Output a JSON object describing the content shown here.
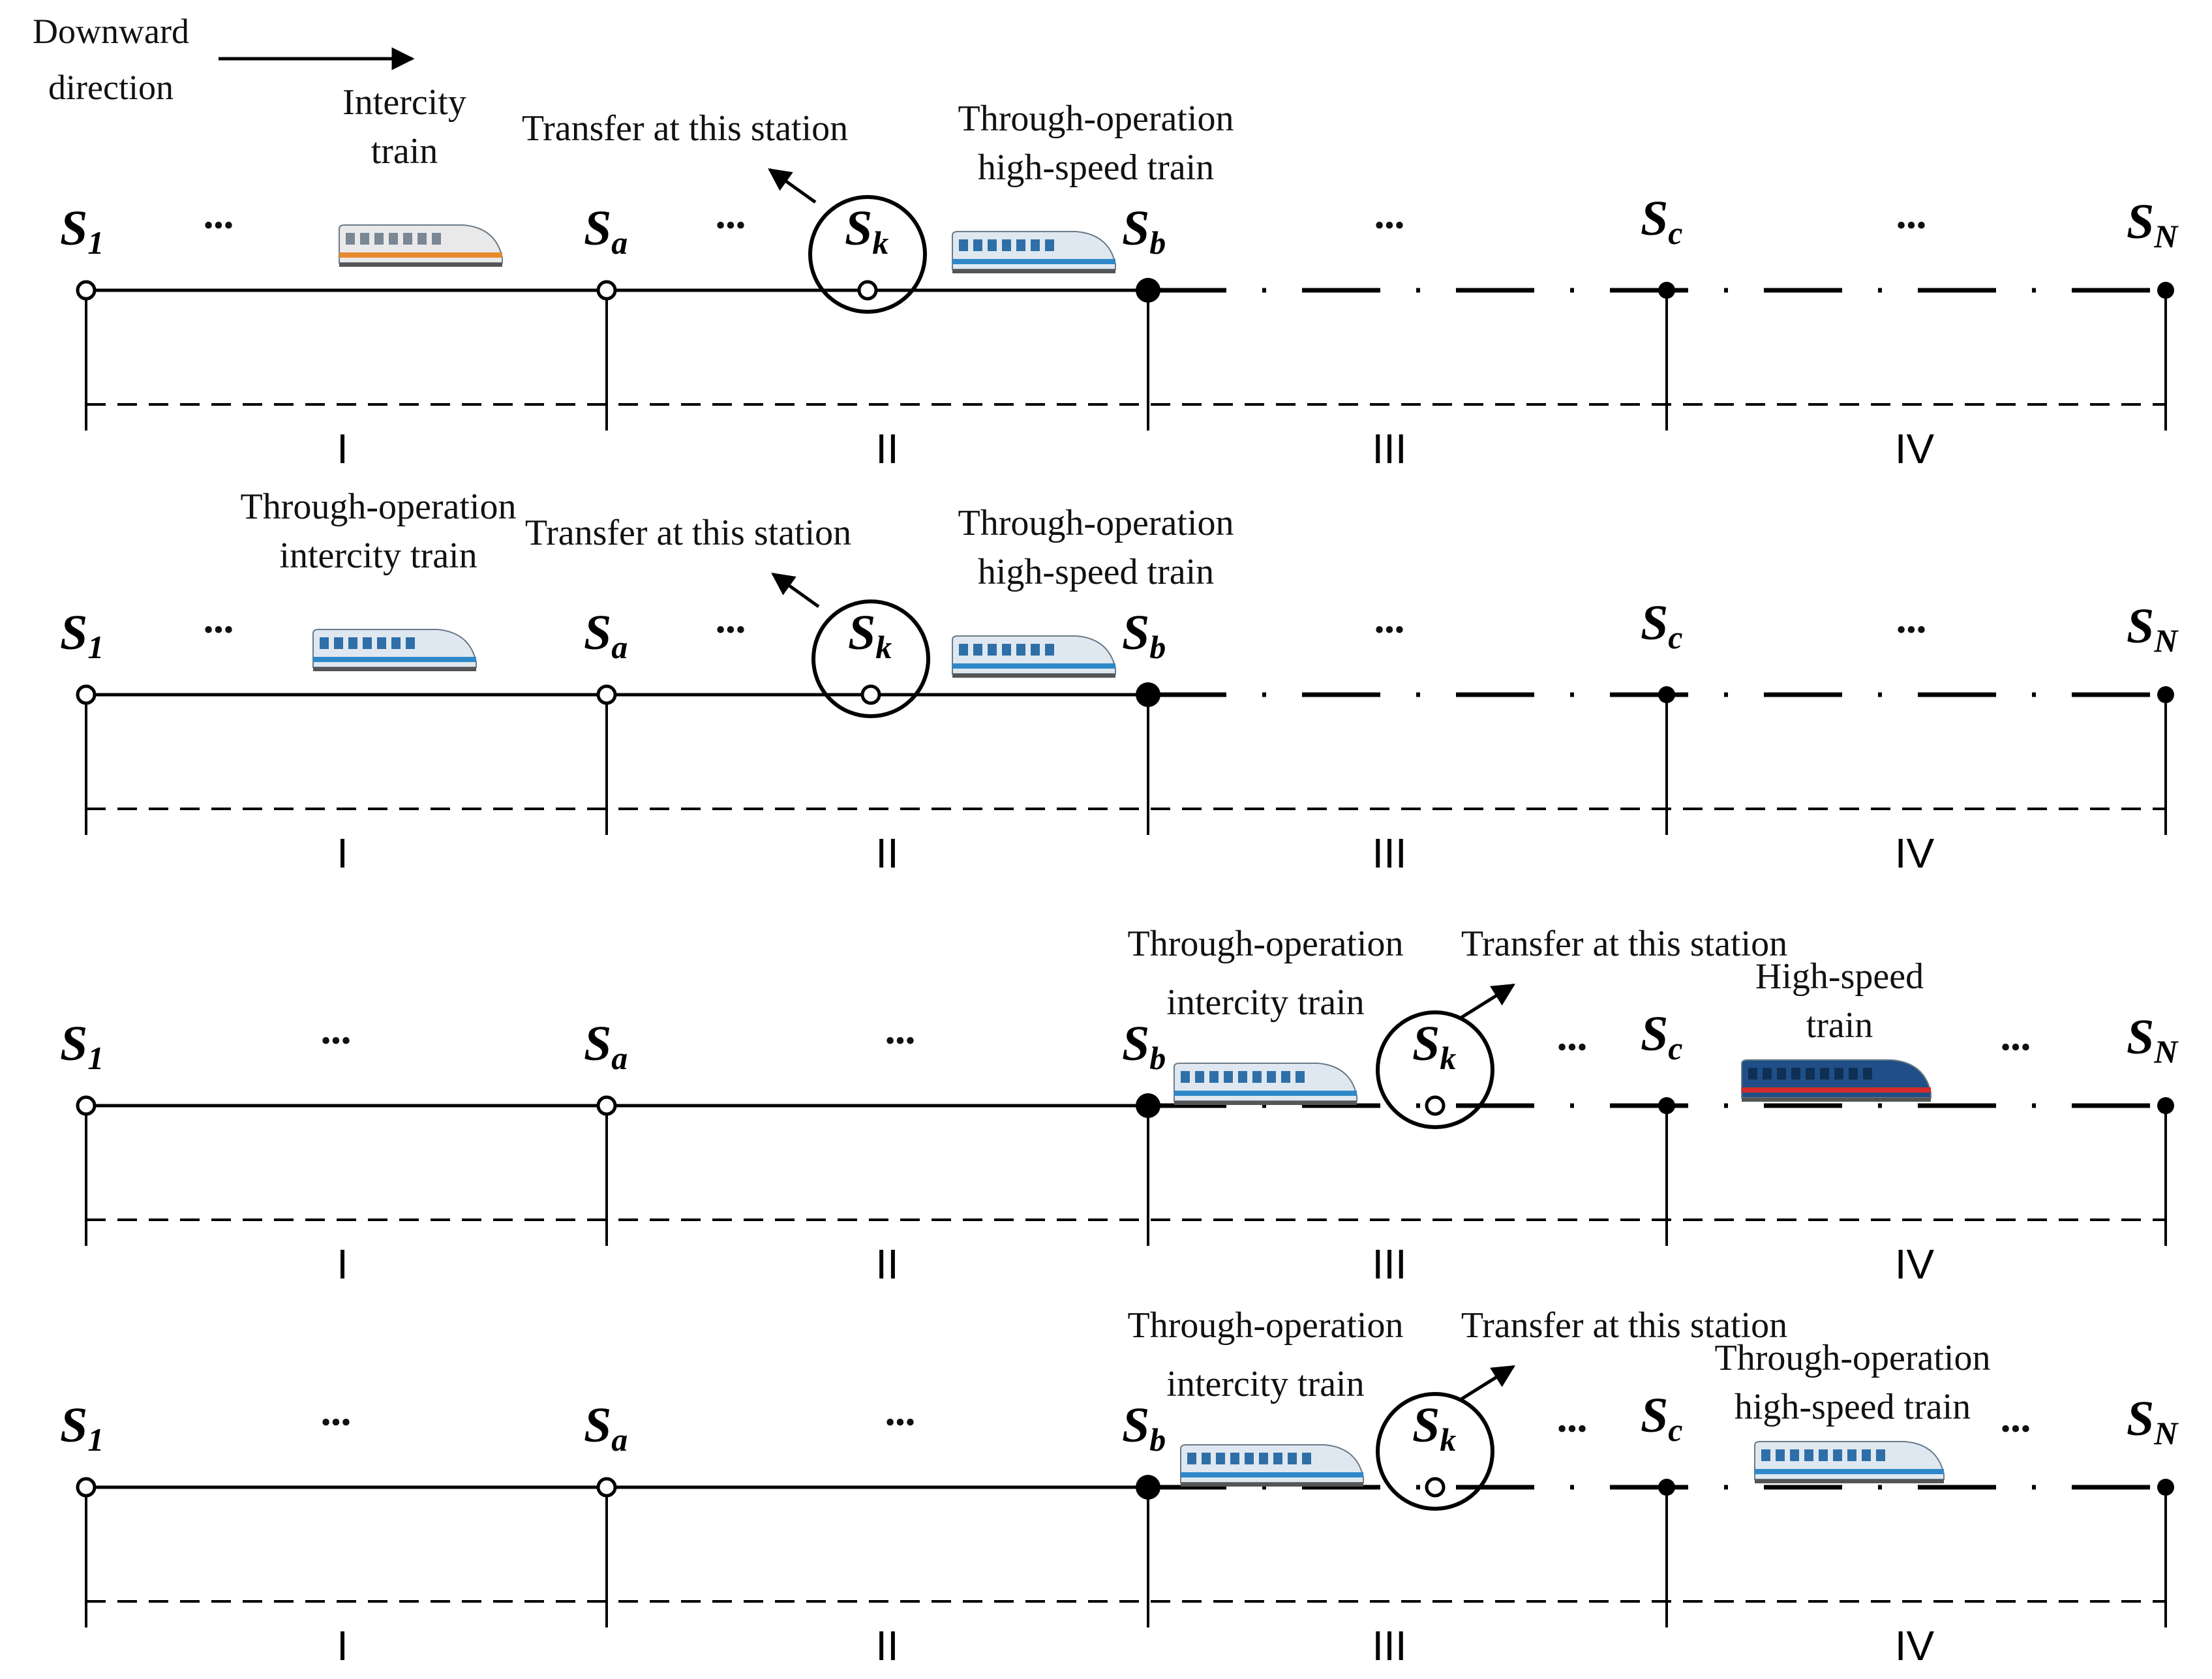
{
  "direction": {
    "line1": "Downward",
    "line2": "direction"
  },
  "stations": {
    "s1": {
      "base": "S",
      "sub": "1"
    },
    "sa": {
      "base": "S",
      "sub": "a"
    },
    "sk": {
      "base": "S",
      "sub": "k"
    },
    "sb": {
      "base": "S",
      "sub": "b"
    },
    "sc": {
      "base": "S",
      "sub": "c"
    },
    "sn": {
      "base": "S",
      "sub": "N"
    }
  },
  "sections": [
    "I",
    "II",
    "III",
    "IV"
  ],
  "ellipsis": "•••",
  "panels": [
    {
      "transfer_label": "Transfer at this station",
      "train_a": {
        "line1": "Intercity",
        "line2": "train",
        "kind": "intercity-train-icon"
      },
      "train_b": {
        "line1": "Through-operation",
        "line2": "high-speed train",
        "kind": "high-speed-train-icon"
      }
    },
    {
      "transfer_label": "Transfer at this station",
      "train_a": {
        "line1": "Through-operation",
        "line2": "intercity train",
        "kind": "through-intercity-train-icon"
      },
      "train_b": {
        "line1": "Through-operation",
        "line2": "high-speed train",
        "kind": "high-speed-train-icon"
      }
    },
    {
      "transfer_label": "Transfer at this station",
      "train_a": {
        "line1": "Through-operation",
        "line2": "intercity train",
        "kind": "through-intercity-train-icon"
      },
      "train_b": {
        "line1": "High-speed",
        "line2": "train",
        "kind": "red-high-speed-train-icon"
      }
    },
    {
      "transfer_label": "Transfer at this station",
      "train_a": {
        "line1": "Through-operation",
        "line2": "intercity train",
        "kind": "through-intercity-train-icon"
      },
      "train_b": {
        "line1": "Through-operation",
        "line2": "high-speed train",
        "kind": "high-speed-train-icon"
      }
    }
  ],
  "colors": {
    "line": "#000000",
    "intercity_stripe": "#e8892c",
    "through_blue": "#2f88c8",
    "high_speed_red": "#d42a2a"
  }
}
